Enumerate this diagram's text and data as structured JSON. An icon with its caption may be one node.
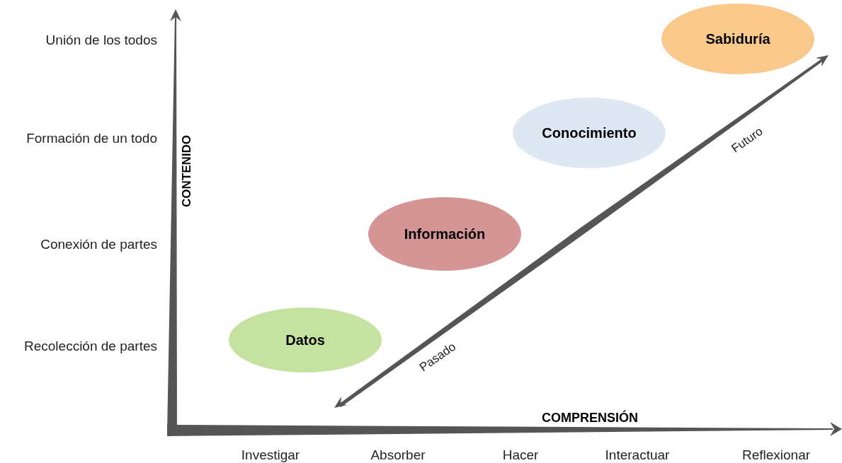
{
  "diagram": {
    "nodes": [
      {
        "text": [
          "Sabiduría"
        ]
      },
      {
        "text": [
          "Conocimiento"
        ]
      },
      {
        "text": [
          "Información"
        ]
      },
      {
        "text": [
          "Datos"
        ]
      }
    ],
    "labels": [
      "Unión de los todos",
      "Formación de un todo",
      "Conexión de partes",
      "Recolección de partes",
      "CONTENIDO",
      "Futuro",
      "Pasado",
      "COMPRENSIÓN",
      "Investigar",
      "Absorber",
      "Hacer",
      "Interactuar",
      "Reflexionar"
    ]
  }
}
